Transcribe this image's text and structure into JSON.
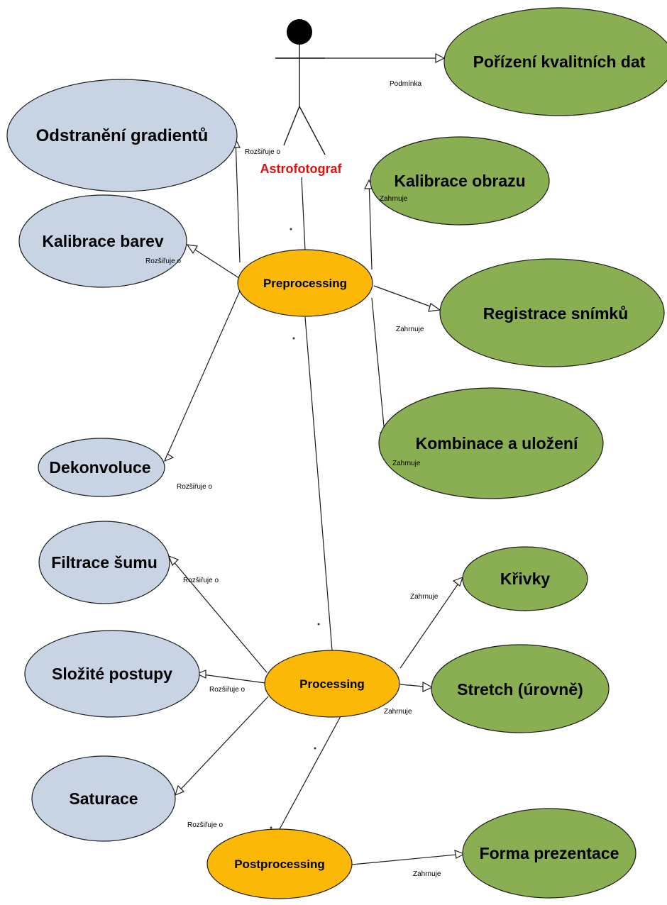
{
  "actor": {
    "name": "Astrofotograf",
    "color": "#e01010"
  },
  "colors": {
    "gray_fill": "#c8d4e4",
    "green_fill": "#8aae52",
    "orange_fill": "#fbb806",
    "stroke": "#1b1b1b"
  },
  "nodes": {
    "porizeni": "Pořízení kvalitních dat",
    "odstraneni": "Odstranění gradientů",
    "kalibrace_obrazu": "Kalibrace obrazu",
    "kalibrace_barev": "Kalibrace barev",
    "preprocessing": "Preprocessing",
    "registrace": "Registrace snímků",
    "kombinace": "Kombinace a uložení",
    "dekonvoluce": "Dekonvoluce",
    "filtrace": "Filtrace šumu",
    "krivky": "Křivky",
    "slozite": "Složité postupy",
    "processing": "Processing",
    "stretch": "Stretch (úrovně)",
    "saturace": "Saturace",
    "postprocessing": "Postprocessing",
    "forma": "Forma prezentace"
  },
  "edge_labels": {
    "podminka": "Podmínka",
    "rozsiruje_gradient": "Rozšiřuje o",
    "zahrnuje_kalibrace": "Zahrnuje",
    "rozsiruje_barvy": "Rozšiřuje o",
    "zahrnuje_registrace": "Zahrnuje",
    "zahrnuje_kombinace": "Zahrnuje",
    "rozsiruje_dekonvoluce": "Rozšiřuje o",
    "rozsiruje_filtrace": "Rozšiřuje o",
    "zahrnuje_krivky": "Zahrnuje",
    "rozsiruje_slozite": "Rozšiřuje o",
    "zahrnuje_stretch": "Zahrnuje",
    "rozsiruje_saturace": "Rozšiřuje o",
    "zahrnuje_forma": "Zahrnuje"
  }
}
